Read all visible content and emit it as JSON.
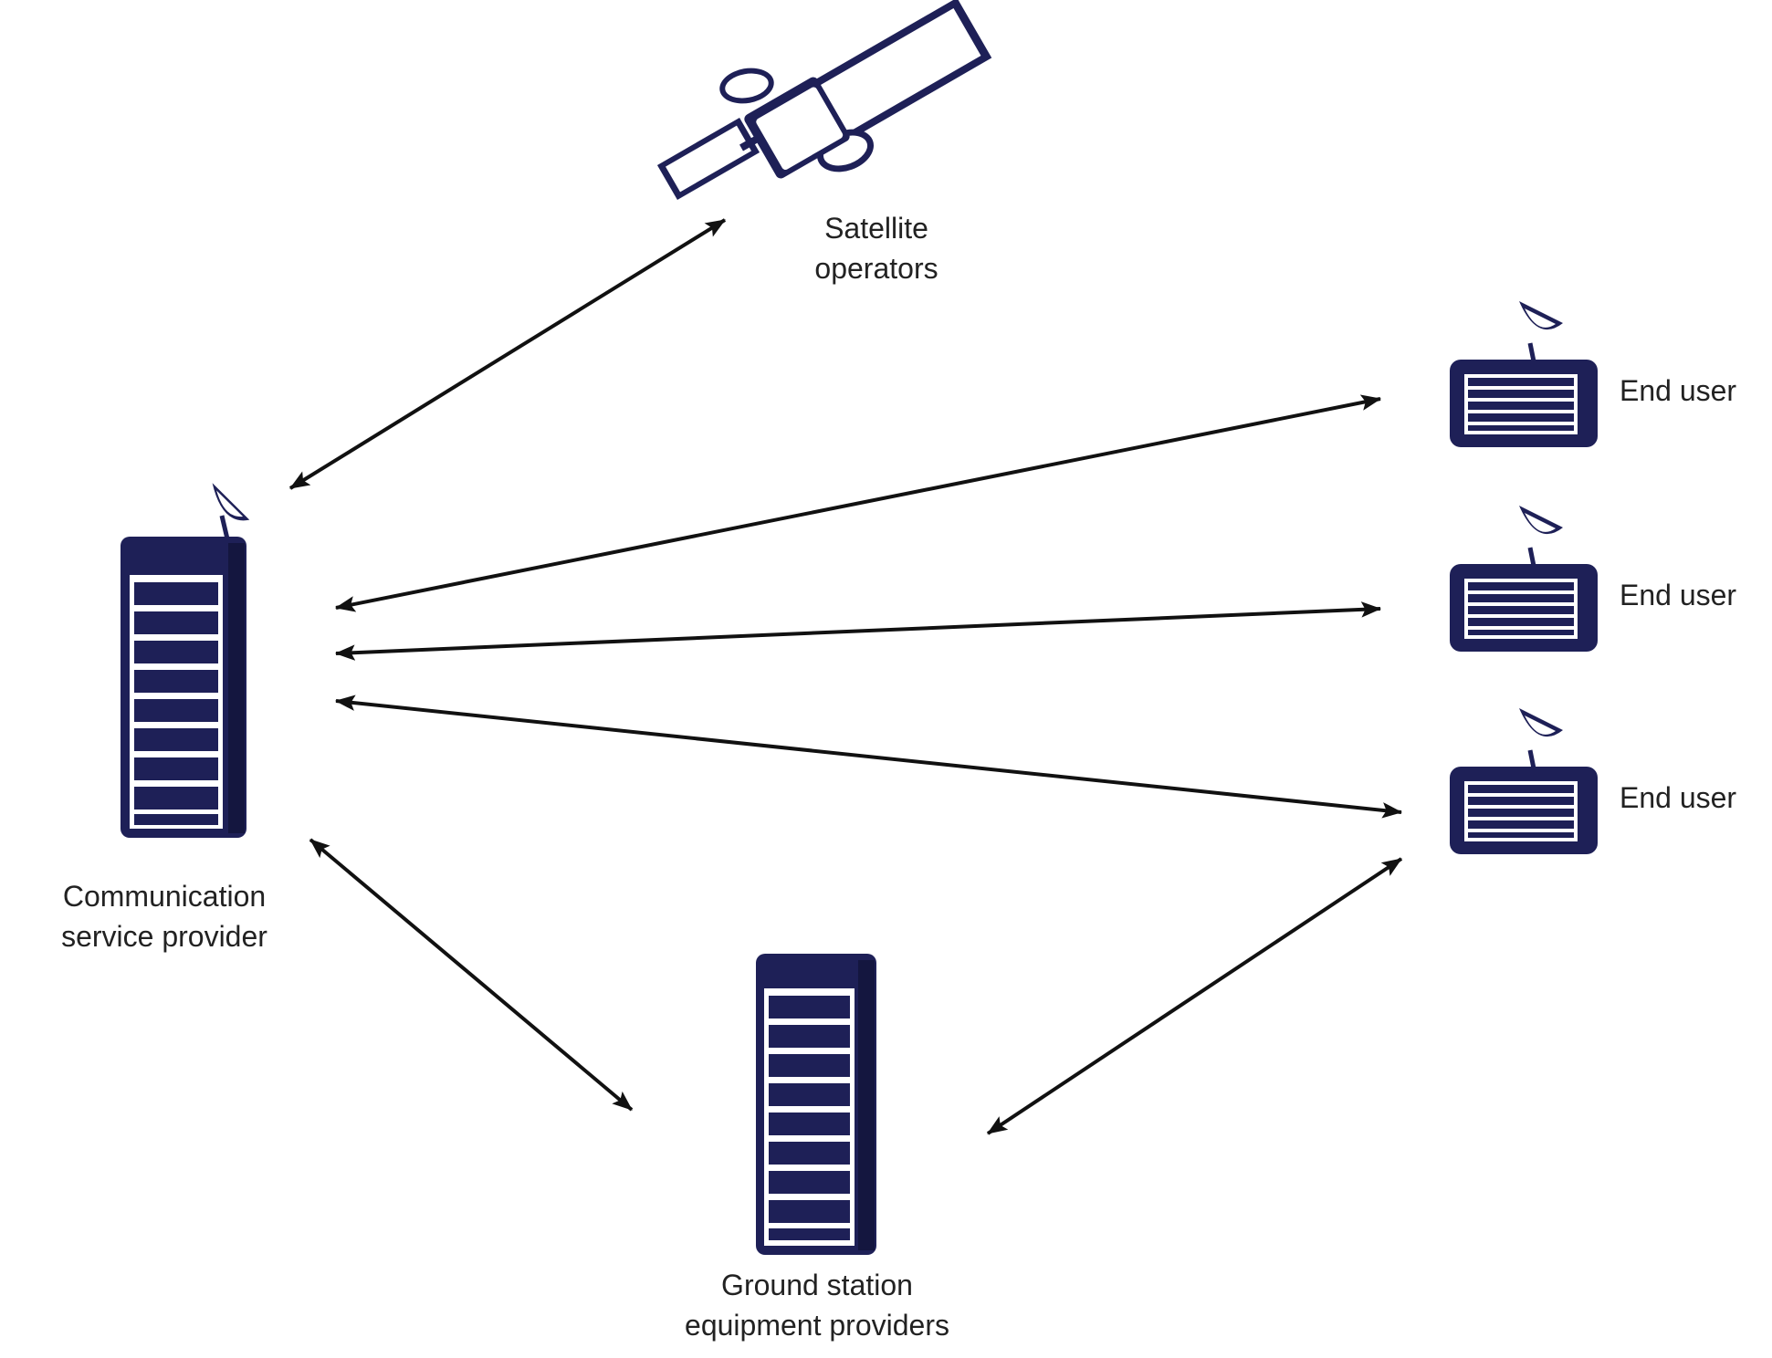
{
  "nodes": {
    "satellite": {
      "line1": "Satellite",
      "line2": "operators",
      "icon": "satellite-icon"
    },
    "csp": {
      "line1": "Communication",
      "line2": "service provider",
      "icon": "server-tower-with-dish-icon"
    },
    "ground": {
      "line1": "Ground station",
      "line2": "equipment providers",
      "icon": "server-tower-icon"
    },
    "end_users": [
      {
        "label": "End user",
        "icon": "satellite-terminal-icon"
      },
      {
        "label": "End user",
        "icon": "satellite-terminal-icon"
      },
      {
        "label": "End user",
        "icon": "satellite-terminal-icon"
      }
    ]
  },
  "connections": [
    {
      "from": "Communication service provider",
      "to": "Satellite operators",
      "direction": "bidirectional"
    },
    {
      "from": "Communication service provider",
      "to": "End user",
      "direction": "bidirectional"
    },
    {
      "from": "Communication service provider",
      "to": "End user",
      "direction": "bidirectional"
    },
    {
      "from": "Communication service provider",
      "to": "End user",
      "direction": "bidirectional"
    },
    {
      "from": "Communication service provider",
      "to": "Ground station equipment providers",
      "direction": "bidirectional"
    },
    {
      "from": "Ground station equipment providers",
      "to": "End user",
      "direction": "bidirectional"
    }
  ],
  "colors": {
    "icon": "#1e2057",
    "arrow": "#111111",
    "text": "#222222"
  }
}
